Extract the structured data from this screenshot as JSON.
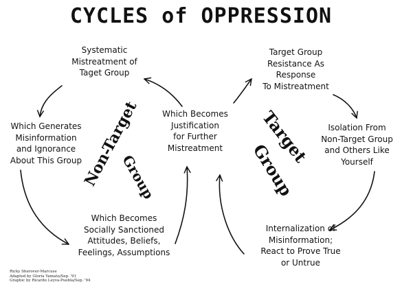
{
  "title": "CYCLES of OPPRESSION",
  "nodes": {
    "systematic": [
      "Systematic",
      "Mistreatment of",
      "Taget Group"
    ],
    "generates": [
      "Which Generates",
      "Misinformation",
      "and Ignorance",
      "About This Group"
    ],
    "sanctioned": [
      "Which Becomes",
      "Socially Sanctioned",
      "Attitudes, Beliefs,",
      "Feelings, Assumptions"
    ],
    "justification": [
      "Which Becomes",
      "Justification",
      "for Further",
      "Mistreatment"
    ],
    "resistance": [
      "Target Group",
      "Resistance As",
      "Response",
      "To Mistreatment"
    ],
    "isolation": [
      "Isolation From",
      "Non-Target Group",
      "and Others  Like",
      "Yourself"
    ],
    "internalization": [
      "Internalization of",
      "Misinformation;",
      "React to Prove True",
      "or Untrue"
    ]
  },
  "group_labels": {
    "non_target_line1": "Non-Target",
    "non_target_line2": "Group",
    "target_line1": "Target",
    "target_line2": "Group"
  },
  "credits": [
    "Ricky Sherover-Marcuse",
    "Adapted by Gloria Yamato/Sep. '91",
    "Graphic by Ricardo Leyva-Puebla/Sep. '94"
  ]
}
